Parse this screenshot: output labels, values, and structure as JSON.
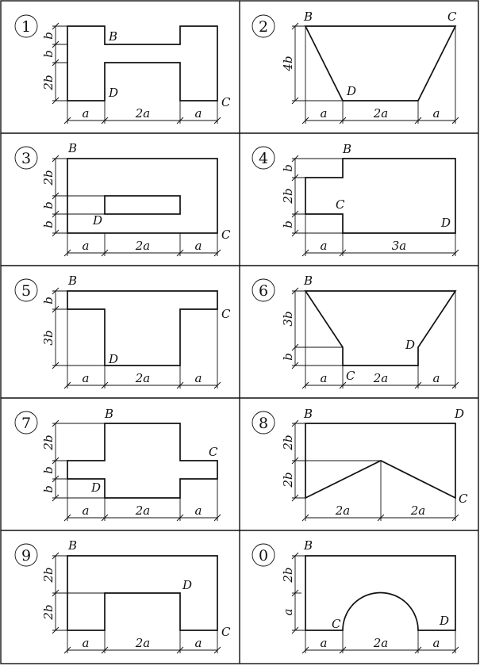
{
  "panels": [
    {
      "number": "1",
      "points": {
        "B": "B",
        "D": "D",
        "C": "C"
      },
      "dims_v": [
        "b",
        "b",
        "2b"
      ],
      "dims_h": [
        "a",
        "2a",
        "a"
      ]
    },
    {
      "number": "2",
      "points": {
        "B": "B",
        "C": "C",
        "D": "D"
      },
      "dims_v": [
        "4b"
      ],
      "dims_h": [
        "a",
        "2a",
        "a"
      ]
    },
    {
      "number": "3",
      "points": {
        "B": "B",
        "D": "D",
        "C": "C"
      },
      "dims_v": [
        "2b",
        "b",
        "b"
      ],
      "dims_h": [
        "a",
        "2a",
        "a"
      ]
    },
    {
      "number": "4",
      "points": {
        "B": "B",
        "C": "C",
        "D": "D"
      },
      "dims_v": [
        "b",
        "2b",
        "b"
      ],
      "dims_h": [
        "a",
        "3a"
      ]
    },
    {
      "number": "5",
      "points": {
        "B": "B",
        "C": "C",
        "D": "D"
      },
      "dims_v": [
        "b",
        "3b"
      ],
      "dims_h": [
        "a",
        "2a",
        "a"
      ]
    },
    {
      "number": "6",
      "points": {
        "B": "B",
        "D": "D",
        "C": "C"
      },
      "dims_v": [
        "3b",
        "b"
      ],
      "dims_h": [
        "a",
        "2a",
        "a"
      ]
    },
    {
      "number": "7",
      "points": {
        "B": "B",
        "C": "C",
        "D": "D"
      },
      "dims_v": [
        "2b",
        "b",
        "b"
      ],
      "dims_h": [
        "a",
        "2a",
        "a"
      ]
    },
    {
      "number": "8",
      "points": {
        "B": "B",
        "D": "D",
        "C": "C"
      },
      "dims_v": [
        "2b",
        "2b"
      ],
      "dims_h": [
        "2a",
        "2a"
      ]
    },
    {
      "number": "9",
      "points": {
        "B": "B",
        "D": "D",
        "C": "C"
      },
      "dims_v": [
        "2b",
        "2b"
      ],
      "dims_h": [
        "a",
        "2a",
        "a"
      ]
    },
    {
      "number": "0",
      "points": {
        "B": "B",
        "C": "C",
        "D": "D"
      },
      "dims_v": [
        "2b",
        "a"
      ],
      "dims_h": [
        "a",
        "2a",
        "a"
      ]
    }
  ]
}
